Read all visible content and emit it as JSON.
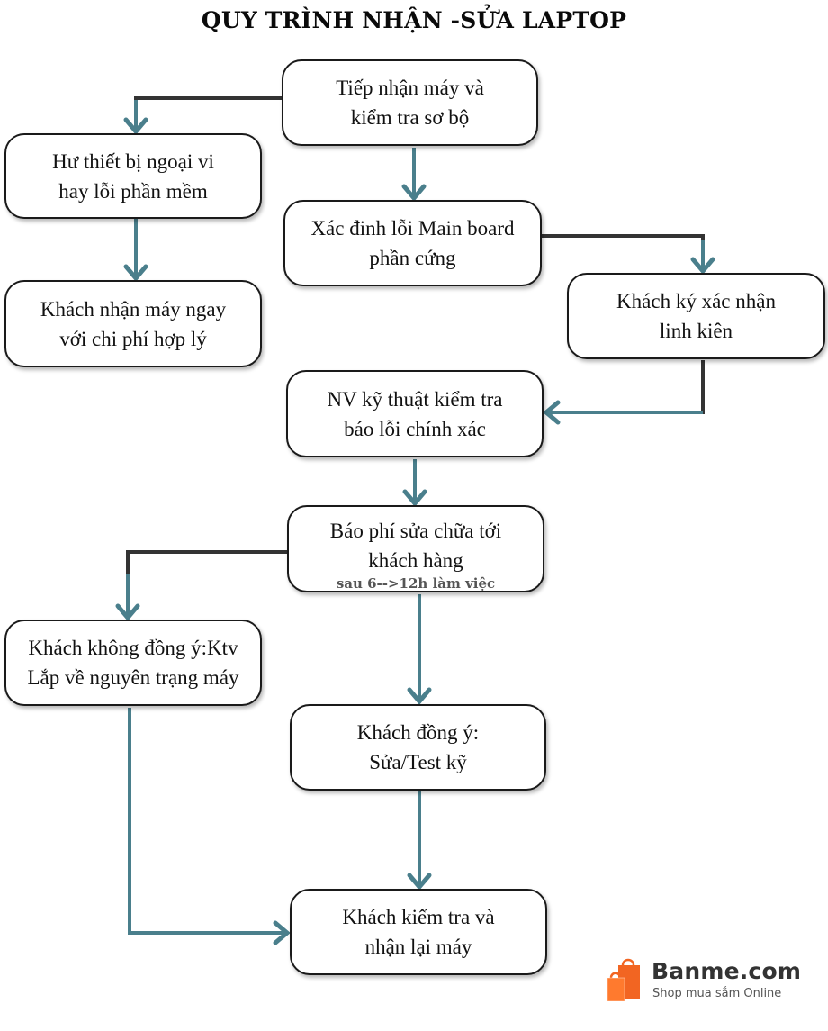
{
  "title": "QUY TRÌNH NHẬN -SỬA  LAPTOP",
  "colors": {
    "arrow": "#4a7f8c",
    "connector": "#333333",
    "border": "#1a1a1a",
    "logo_orange": "#f26522"
  },
  "nodes": {
    "receive": {
      "lines": [
        "Tiếp nhận máy và",
        "kiểm tra sơ bộ"
      ]
    },
    "peripheral": {
      "lines": [
        "Hư thiết bị ngoại vi",
        "hay lỗi phần mềm"
      ]
    },
    "mainboard": {
      "lines": [
        "Xác đinh lỗi Main board",
        "phần cứng"
      ]
    },
    "pickup_now": {
      "lines": [
        "Khách nhận máy ngay",
        "với chi phí hợp lý"
      ]
    },
    "sign_parts": {
      "lines": [
        "Khách ký xác nhận",
        "linh kiên"
      ]
    },
    "tech_check": {
      "lines": [
        "NV kỹ thuật kiểm tra",
        "báo lỗi chính xác"
      ]
    },
    "quote": {
      "lines": [
        "Báo phí sửa chữa tới",
        "khách hàng"
      ],
      "note": "sau 6-->12h làm việc"
    },
    "decline": {
      "lines": [
        "Khách không đồng ý:Ktv",
        "Lắp về nguyên trạng máy"
      ]
    },
    "agree": {
      "lines": [
        "Khách đồng ý:",
        "Sửa/Test kỹ"
      ]
    },
    "return": {
      "lines": [
        "Khách kiểm tra và",
        "nhận lại máy"
      ]
    }
  },
  "edges": [
    {
      "from": "receive",
      "to": "peripheral"
    },
    {
      "from": "receive",
      "to": "mainboard"
    },
    {
      "from": "peripheral",
      "to": "pickup_now"
    },
    {
      "from": "mainboard",
      "to": "sign_parts"
    },
    {
      "from": "sign_parts",
      "to": "tech_check"
    },
    {
      "from": "tech_check",
      "to": "quote"
    },
    {
      "from": "quote",
      "to": "decline"
    },
    {
      "from": "quote",
      "to": "agree"
    },
    {
      "from": "agree",
      "to": "return"
    },
    {
      "from": "decline",
      "to": "return"
    }
  ],
  "logo": {
    "icon": "shopping-bags-icon",
    "brand": "Banme.com",
    "tagline": "Shop mua sắm Online"
  }
}
